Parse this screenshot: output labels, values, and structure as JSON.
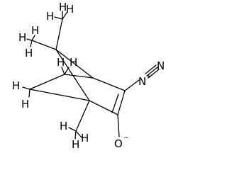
{
  "molecule": {
    "atoms": {
      "h_top_1": "H",
      "h_top_2": "H",
      "h_top_3": "H",
      "h_left_1": "H",
      "h_left_2": "H",
      "h_left_3": "H",
      "h_ch2_1": "H",
      "h_ch2_2": "H",
      "h_ch2_3": "H",
      "h_ch2_4": "H",
      "h_bottom_1": "H",
      "h_bottom_2": "H",
      "h_bottom_3": "H",
      "n_inner": "N",
      "n_inner_charge": "+",
      "n_outer": "N",
      "oxygen": "O",
      "oxygen_charge": "−"
    }
  }
}
